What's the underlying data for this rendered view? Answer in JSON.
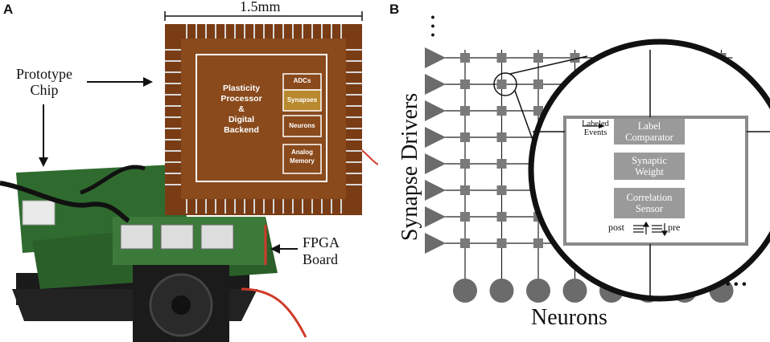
{
  "panel_a": {
    "label": "A",
    "scale_label": "1.5mm",
    "prototype_chip_label_line1": "Prototype",
    "prototype_chip_label_line2": "Chip",
    "fpga_label_line1": "FPGA",
    "fpga_label_line2": "Board",
    "chip_blocks": {
      "processor_line1": "Plasticity",
      "processor_line2": "Processor",
      "processor_line3": "&",
      "processor_line4": "Digital",
      "processor_line5": "Backend",
      "adcs": "ADCs",
      "synapses": "Synapses",
      "neurons": "Neurons",
      "analog_line1": "Analog",
      "analog_line2": "Memory"
    }
  },
  "panel_b": {
    "label": "B",
    "y_axis_label": "Synapse Drivers",
    "x_axis_label": "Neurons",
    "ellipsis_vertical": "•\n•\n•",
    "ellipsis_horizontal": "• • •",
    "zoom": {
      "labeled_events_line1": "Labeled",
      "labeled_events_line2": "Events",
      "label_comparator_line1": "Label",
      "label_comparator_line2": "Comparator",
      "synaptic_weight_line1": "Synaptic",
      "synaptic_weight_line2": "Weight",
      "correlation_sensor_line1": "Correlation",
      "correlation_sensor_line2": "Sensor",
      "post": "post",
      "pre": "pre"
    }
  },
  "colors": {
    "driver_gray": "#6b6b6b",
    "synapse_gray": "#7a7a7a",
    "light_gray": "#c8c8c8",
    "box_gray": "#9a9a9a",
    "chip_copper": "#8a4a1c",
    "board_green": "#2f6b2e"
  }
}
